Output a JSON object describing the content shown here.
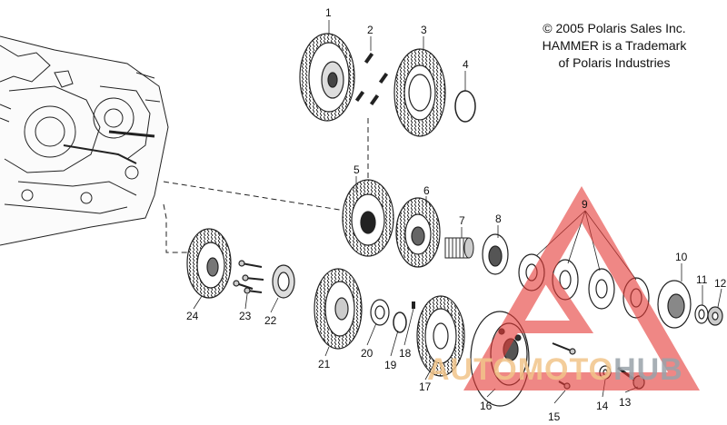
{
  "copyright": {
    "line1": "© 2005 Polaris Sales Inc.",
    "line2": "HAMMER is a Trademark",
    "line3": "of Polaris Industries"
  },
  "watermark": {
    "part1": "AUTOMOTO",
    "part2": "HUB",
    "triangle_color": "#e53935",
    "text_color_1": "#f2c58a",
    "text_color_2": "#9aa3aa"
  },
  "callouts": {
    "c1": "1",
    "c2": "2",
    "c3": "3",
    "c4": "4",
    "c5": "5",
    "c6": "6",
    "c7": "7",
    "c8": "8",
    "c9": "9",
    "c10": "10",
    "c11": "11",
    "c12": "12",
    "c13": "13",
    "c14": "14",
    "c15": "15",
    "c16": "16",
    "c17": "17",
    "c18": "18",
    "c19": "19",
    "c20": "20",
    "c21": "21",
    "c22": "22",
    "c23": "23",
    "c24": "24"
  }
}
